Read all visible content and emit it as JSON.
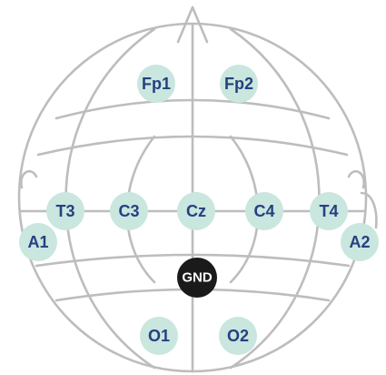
{
  "diagram": {
    "ground_label": "GND",
    "electrodes": [
      {
        "id": "fp1",
        "label": "Fp1"
      },
      {
        "id": "fp2",
        "label": "Fp2"
      },
      {
        "id": "t3",
        "label": "T3"
      },
      {
        "id": "c3",
        "label": "C3"
      },
      {
        "id": "cz",
        "label": "Cz"
      },
      {
        "id": "c4",
        "label": "C4"
      },
      {
        "id": "t4",
        "label": "T4"
      },
      {
        "id": "a1",
        "label": "A1"
      },
      {
        "id": "a2",
        "label": "A2"
      },
      {
        "id": "o1",
        "label": "O1"
      },
      {
        "id": "o2",
        "label": "O2"
      }
    ]
  },
  "colors": {
    "outline": "#bdbdbd",
    "electrode_fill": "#c9e6df",
    "electrode_text": "#25407f",
    "ground_fill": "#1a1a1a",
    "ground_text": "#ffffff"
  }
}
